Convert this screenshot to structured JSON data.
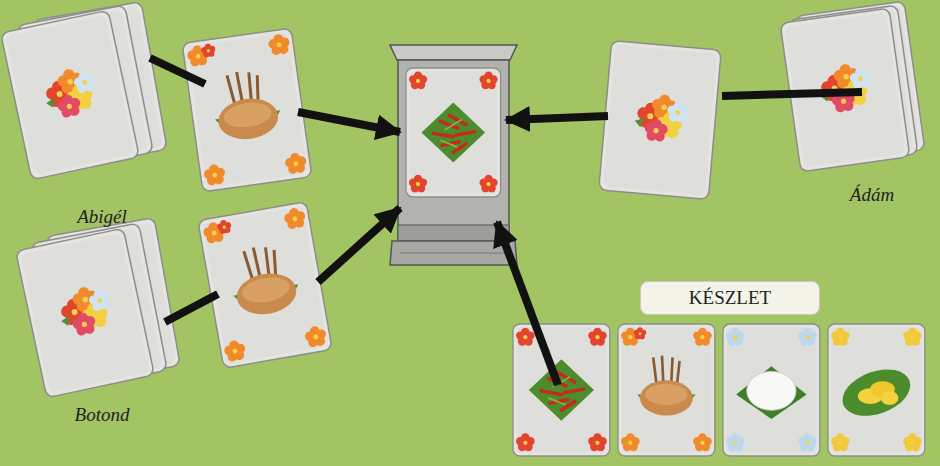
{
  "diagram": {
    "nodes": [
      {
        "text": [
          "KÉSZLET"
        ]
      }
    ],
    "labels": [
      "Abigél",
      "Ádám",
      "Botond"
    ]
  }
}
